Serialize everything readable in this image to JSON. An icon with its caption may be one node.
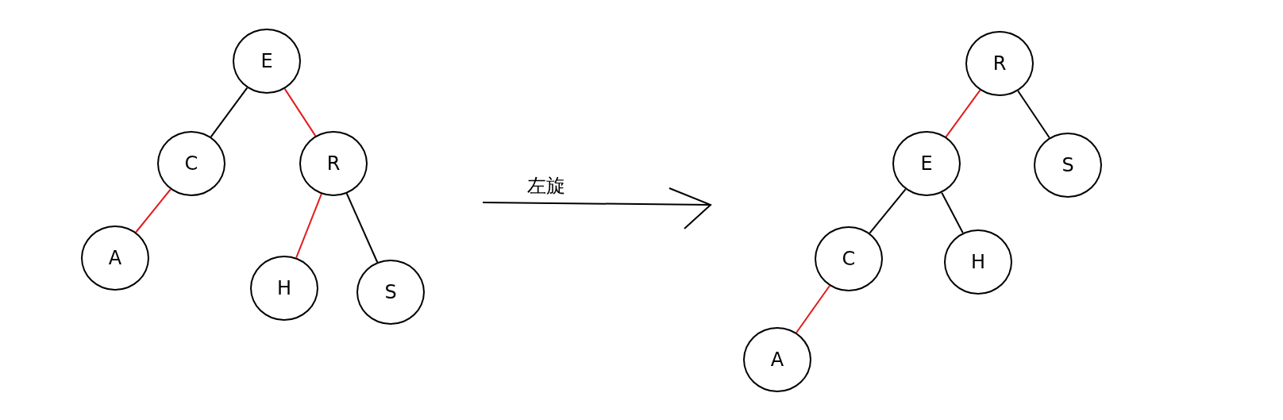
{
  "diagram": {
    "nodes": [
      {
        "text": [
          "E"
        ]
      },
      {
        "text": [
          "C"
        ]
      },
      {
        "text": [
          "R"
        ]
      },
      {
        "text": [
          "A"
        ]
      },
      {
        "text": [
          "H"
        ]
      },
      {
        "text": [
          "S"
        ]
      },
      {
        "text": [
          "R"
        ]
      },
      {
        "text": [
          "E"
        ]
      },
      {
        "text": [
          "S"
        ]
      },
      {
        "text": [
          "C"
        ]
      },
      {
        "text": [
          "H"
        ]
      },
      {
        "text": [
          "A"
        ]
      }
    ],
    "edges": [
      {
        "from": 0,
        "to": 1,
        "arrow": "none"
      },
      {
        "from": 0,
        "to": 2,
        "arrow": "none",
        "color": "#e31c1c"
      },
      {
        "from": 1,
        "to": 3,
        "arrow": "none",
        "color": "#e31c1c"
      },
      {
        "from": 2,
        "to": 4,
        "arrow": "none",
        "color": "#e31c1c"
      },
      {
        "from": 2,
        "to": 5,
        "arrow": "none"
      },
      {
        "from": 6,
        "to": 7,
        "arrow": "none",
        "color": "#e31c1c"
      },
      {
        "from": 6,
        "to": 8,
        "arrow": "none"
      },
      {
        "from": 7,
        "to": 9,
        "arrow": "none"
      },
      {
        "from": 7,
        "to": 10,
        "arrow": "none"
      },
      {
        "from": 9,
        "to": 11,
        "arrow": "none",
        "color": "#e31c1c"
      }
    ],
    "labels": [
      "左旋"
    ]
  }
}
